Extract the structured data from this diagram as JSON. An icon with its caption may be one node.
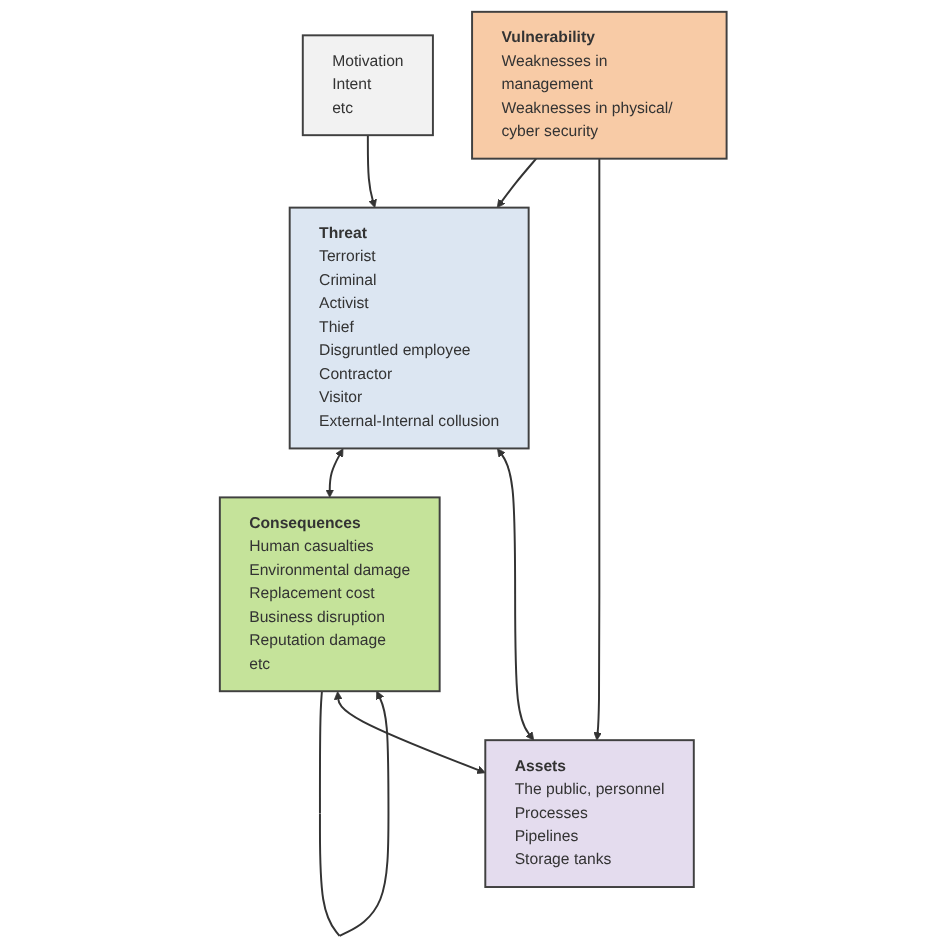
{
  "diagram": {
    "nodes": [
      {
        "text": [
          "Motivation",
          "Intent",
          "etc"
        ]
      },
      {
        "text": [
          "Threat",
          "Terrorist",
          "Criminal",
          "Activist",
          "Thief",
          "Disgruntled employee",
          "Contractor",
          "Visitor",
          "External-Internal collusion"
        ]
      },
      {
        "text": [
          "Consequences",
          "Human casualties",
          "Environmental damage",
          "Replacement cost",
          "Business disruption",
          "Reputation damage",
          "etc"
        ]
      },
      {
        "text": [
          "Assets",
          "The public, personnel",
          "Processes",
          "Pipelines",
          "Storage tanks"
        ]
      },
      {
        "text": [
          "Vulnerability",
          "Weaknesses in management",
          "Weaknesses in physical/ cyber security"
        ]
      }
    ],
    "edges": [
      {
        "from": 0,
        "to": 1,
        "arrow": "to"
      },
      {
        "from": 2,
        "to": 2,
        "arrow": "to"
      },
      {
        "from": 1,
        "to": 2,
        "arrow": "both"
      },
      {
        "from": 1,
        "to": 3,
        "arrow": "both"
      },
      {
        "from": 4,
        "to": 1,
        "arrow": "to"
      },
      {
        "from": 2,
        "to": 3,
        "arrow": "both"
      },
      {
        "from": 4,
        "to": 3,
        "arrow": "to"
      }
    ]
  }
}
